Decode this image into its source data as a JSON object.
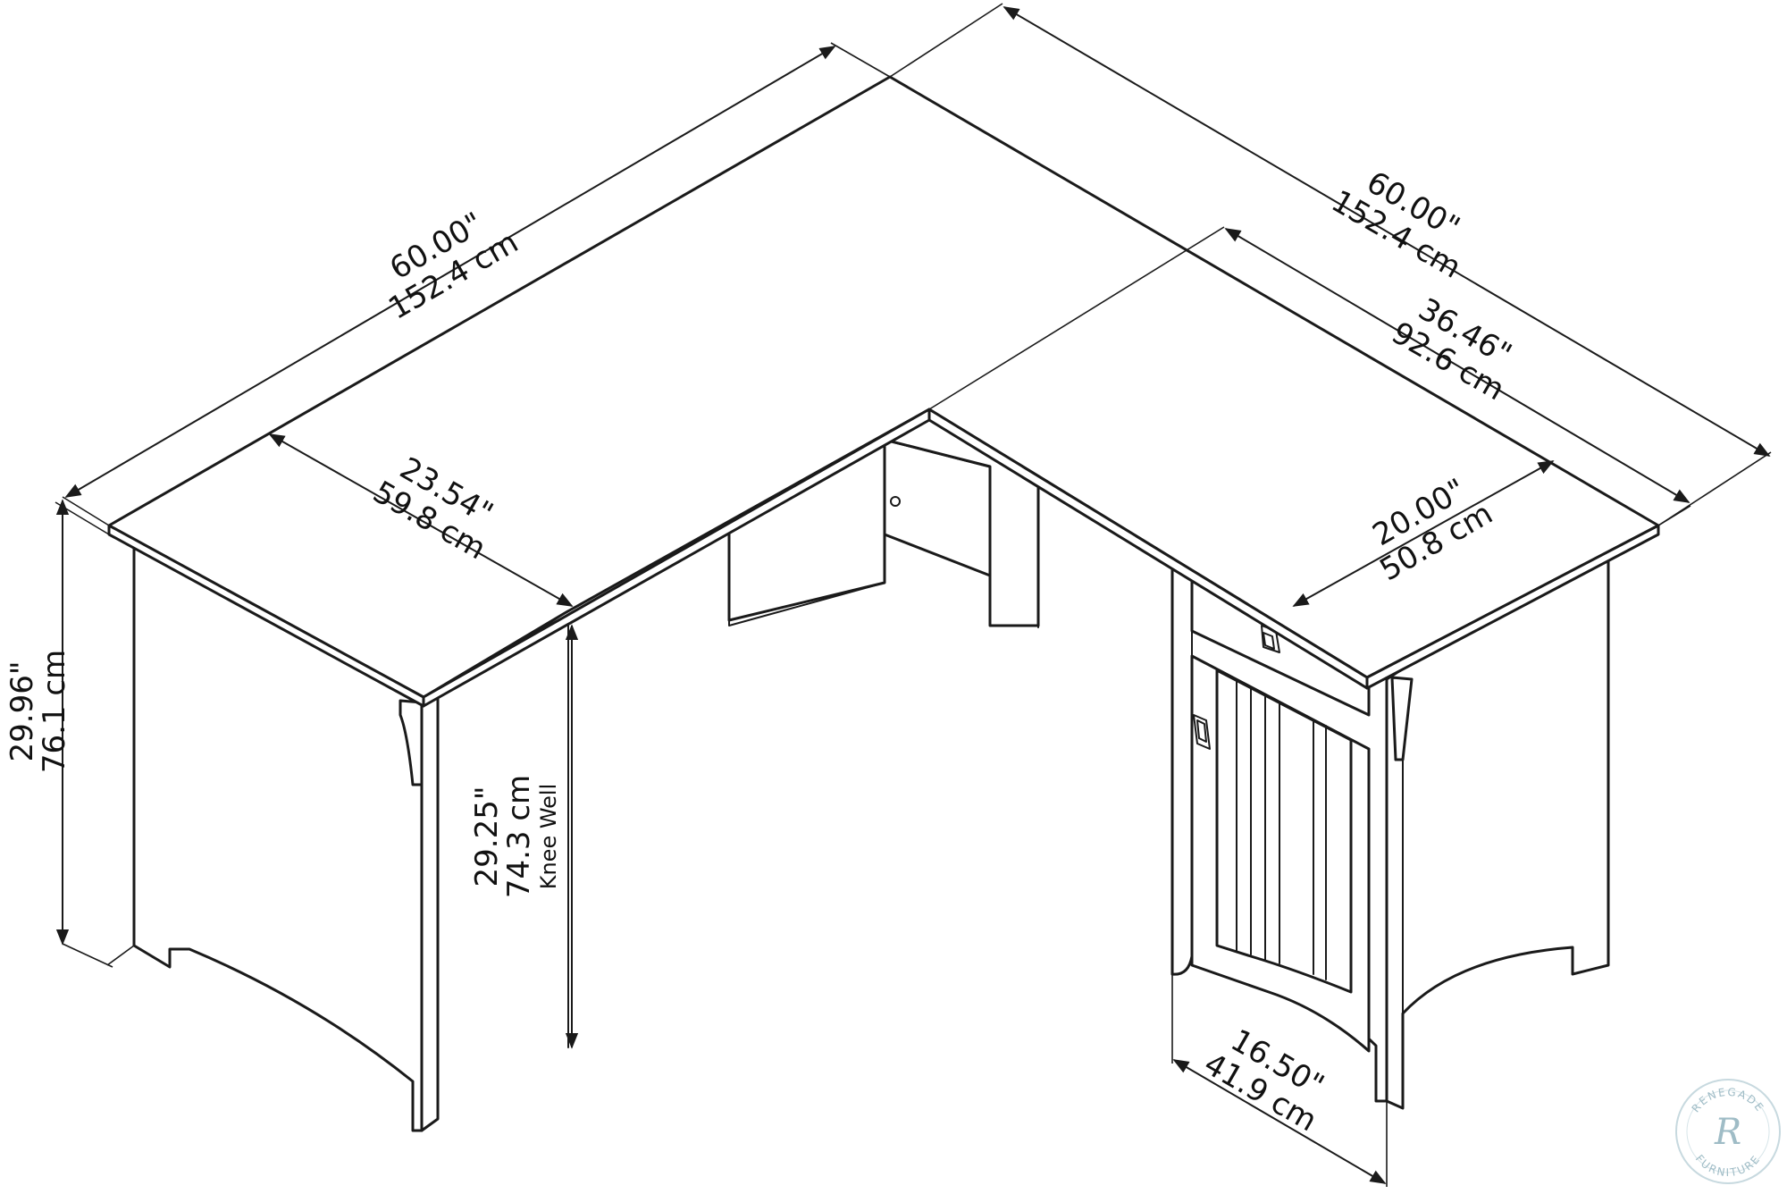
{
  "dimensions": {
    "top_left_length": {
      "imperial": "60.00\"",
      "metric": "152.4 cm"
    },
    "top_right_length": {
      "imperial": "60.00\"",
      "metric": "152.4 cm"
    },
    "left_return_depth": {
      "imperial": "23.54\"",
      "metric": "59.8 cm"
    },
    "right_return_length": {
      "imperial": "36.46\"",
      "metric": "92.6 cm"
    },
    "right_desk_depth": {
      "imperial": "20.00\"",
      "metric": "50.8 cm"
    },
    "overall_height": {
      "imperial": "29.96\"",
      "metric": "76.1 cm"
    },
    "knee_well_height": {
      "imperial": "29.25\"",
      "metric": "74.3 cm",
      "note": "Knee Well"
    },
    "pedestal_width": {
      "imperial": "16.50\"",
      "metric": "41.9 cm"
    }
  },
  "watermark": {
    "top": "RENEGADE",
    "bottom": "FURNITURE",
    "monogram": "R",
    "color": "#9fbcc6"
  }
}
